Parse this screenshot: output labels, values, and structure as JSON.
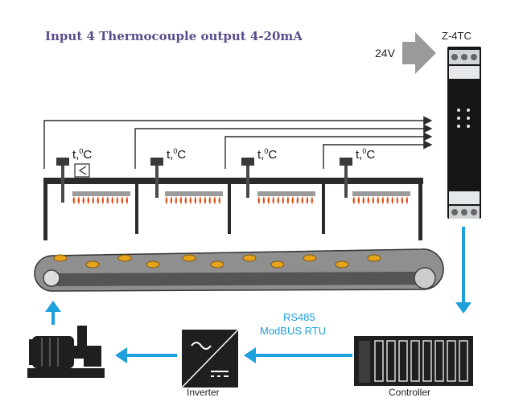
{
  "title": "Input 4 Thermocouple output 4-20mA",
  "supply_label": "24V",
  "module_label": "Z-4TC",
  "comm_line1": "RS485",
  "comm_line2": "ModBUS RTU",
  "inverter_label": "Inverter",
  "controller_label": "Controller",
  "sensor_label_main": "t,",
  "sensor_label_sup": "0",
  "sensor_label_unit": "C",
  "sensors": [
    {
      "name": "sensor-1"
    },
    {
      "name": "sensor-2"
    },
    {
      "name": "sensor-3"
    },
    {
      "name": "sensor-4"
    }
  ],
  "colors": {
    "signal_line": "#1ea0dc",
    "frame": "#2b2b2b",
    "flame": "#e0501a",
    "belt_spot": "#e6a21a",
    "title": "#5a4d8c",
    "arrow_gray": "#9a9a9a"
  }
}
